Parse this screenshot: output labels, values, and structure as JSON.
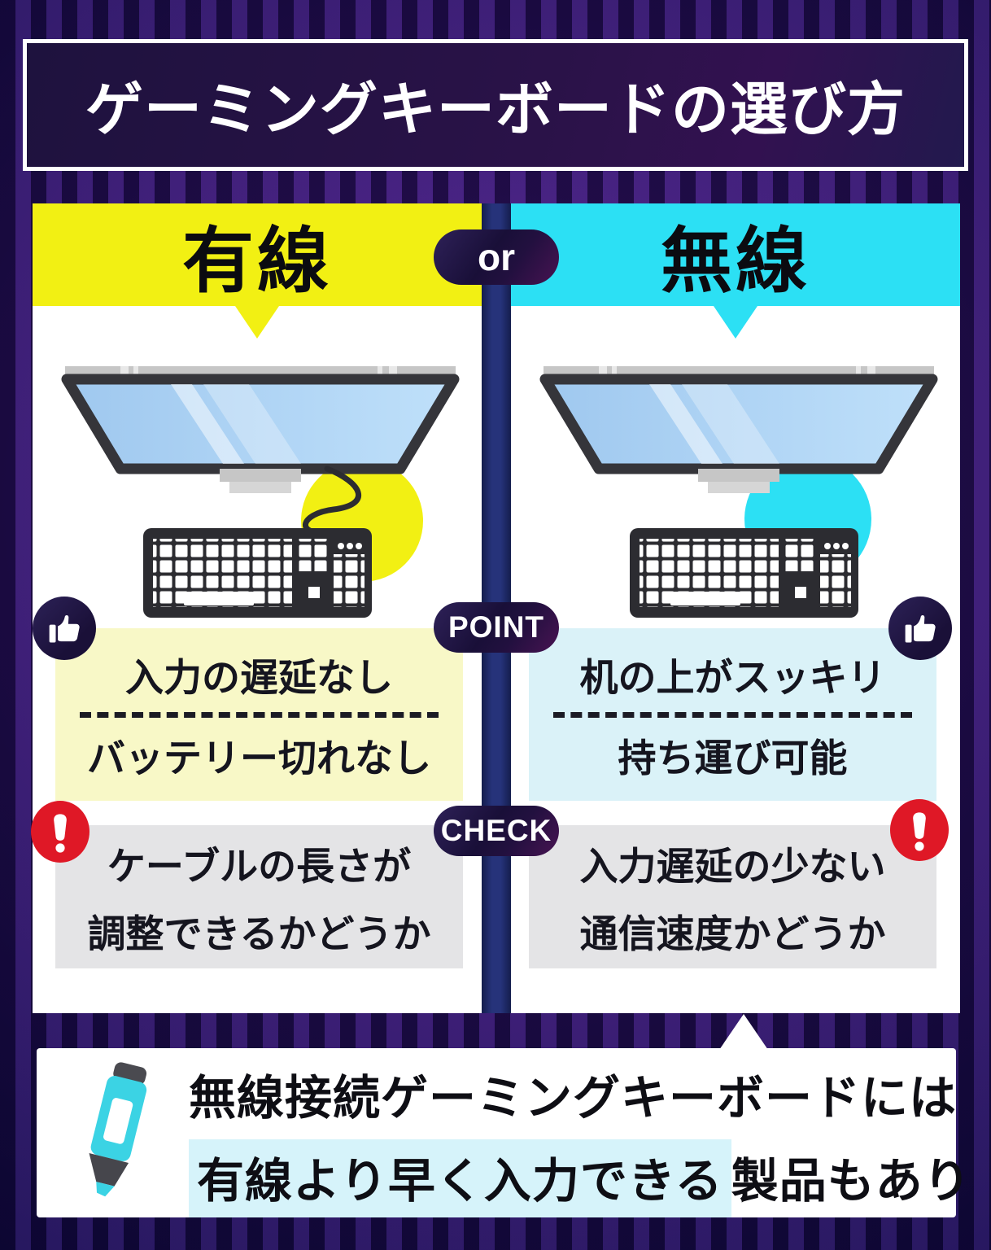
{
  "title": "ゲーミングキーボードの選び方",
  "or_label": "or",
  "point_label": "POINT",
  "check_label": "CHECK",
  "wired": {
    "header": "有線",
    "point_1": "入力の遅延なし",
    "point_2": "バッテリー切れなし",
    "check_1": "ケーブルの長さが",
    "check_2": "調整できるかどうか"
  },
  "wireless": {
    "header": "無線",
    "point_1": "机の上がスッキリ",
    "point_2": "持ち運び可能",
    "check_1": "入力遅延の少ない",
    "check_2": "通信速度かどうか"
  },
  "footer": {
    "line1": "無線接続ゲーミングキーボードには",
    "line2_highlight": "有線より早く入力できる",
    "line2_rest": "製品もあり"
  },
  "icons": {
    "thumbs_up": "thumbs-up-icon",
    "warning": "exclamation-icon",
    "highlighter": "highlighter-pen-icon",
    "wired_setup": "wired-desktop-illustration",
    "wireless_setup": "wireless-desktop-illustration"
  },
  "colors": {
    "wired_accent": "#f2f013",
    "wired_tint": "#f8f8c7",
    "wireless_accent": "#2ce0f4",
    "wireless_tint": "#daf2f8",
    "check_bg": "#e4e4e6",
    "divider_navy": "#26337a",
    "warning_red": "#df1826",
    "pill_dark": "#1d123f",
    "footer_highlight": "#d6f3fa",
    "background_purple": "#321368"
  }
}
